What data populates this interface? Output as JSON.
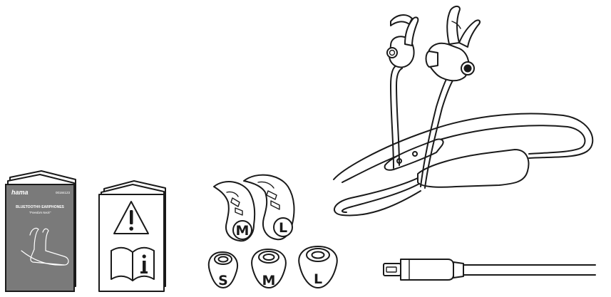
{
  "booklet": {
    "brand": "hama",
    "item_no": "00184123",
    "product": "BLUETOOTH® EARPHONES",
    "subtitle": "\"Freedom Neck\""
  },
  "earhooks": {
    "labels": [
      "M",
      "L"
    ]
  },
  "eartips": {
    "labels": [
      "S",
      "M",
      "L"
    ]
  },
  "icons": {
    "warning": "warning-triangle-icon",
    "manual": "read-manual-icon"
  },
  "colors": {
    "line": "#1a1a1a",
    "booklet_cover": "#7a7a7a",
    "background": "#ffffff"
  }
}
